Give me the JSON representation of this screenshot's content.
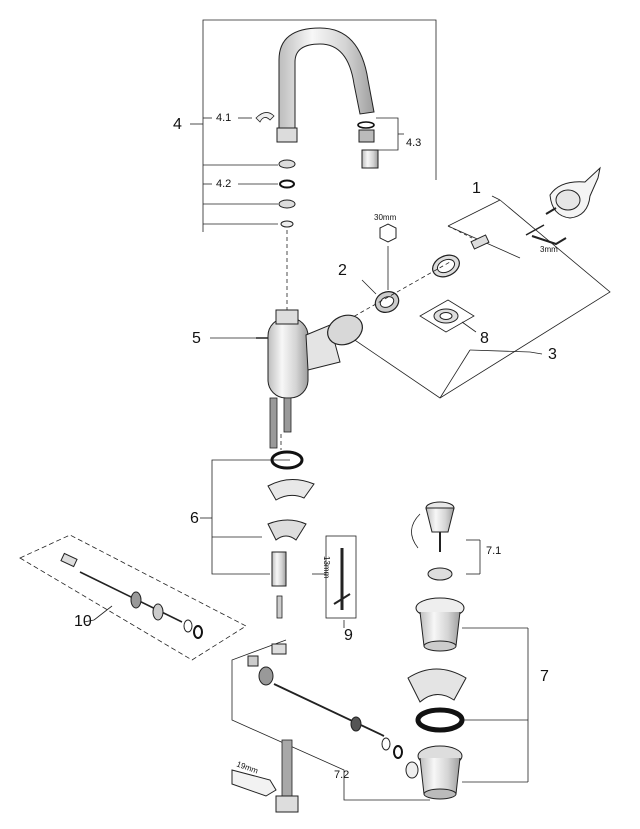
{
  "callouts": {
    "c1": "1",
    "c2": "2",
    "c3": "3",
    "c4": "4",
    "c4_1": "4.1",
    "c4_2": "4.2",
    "c4_3": "4.3",
    "c5": "5",
    "c6": "6",
    "c7": "7",
    "c7_1": "7.1",
    "c7_2": "7.2",
    "c8": "8",
    "c9": "9",
    "c10": "10"
  },
  "tool_sizes": {
    "wrench_30mm": "30mm",
    "allen_3mm": "3mm",
    "key_13mm": "13mm",
    "spanner_19mm": "19mm"
  },
  "colors": {
    "line": "#222222",
    "part_fill": "#f2f2f2",
    "part_shade": "#c8c8c8",
    "dark_ring": "#111111"
  }
}
